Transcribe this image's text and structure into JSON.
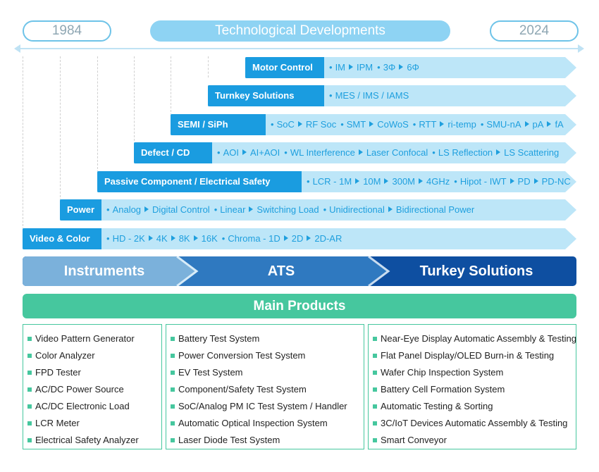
{
  "header": {
    "start_year": "1984",
    "end_year": "2024",
    "title": "Technological Developments"
  },
  "rows": [
    {
      "label": "Motor Control",
      "items": [
        [
          "IM",
          "IPM"
        ],
        [
          "3Φ",
          "6Φ"
        ]
      ]
    },
    {
      "label": "Turnkey Solutions",
      "items": [
        [
          "MES / IMS / IAMS"
        ]
      ]
    },
    {
      "label": "SEMI / SiPh",
      "items": [
        [
          "SoC",
          "RF Soc"
        ],
        [
          "SMT",
          "CoWoS"
        ],
        [
          "RTT",
          "ri-temp"
        ],
        [
          "SMU-nA",
          "pA",
          "fA"
        ]
      ]
    },
    {
      "label": "Defect / CD",
      "items": [
        [
          "AOI",
          "AI+AOI"
        ],
        [
          "WL Interference",
          "Laser Confocal"
        ],
        [
          "LS Reflection",
          "LS Scattering"
        ]
      ]
    },
    {
      "label": "Passive Component / Electrical Safety",
      "items": [
        [
          "LCR - 1M",
          "10M",
          "300M",
          "4GHz"
        ],
        [
          "Hipot - IWT",
          "PD",
          "PD-NC"
        ]
      ]
    },
    {
      "label": "Power",
      "items": [
        [
          "Analog",
          "Digital Control"
        ],
        [
          "Linear",
          "Switching Load"
        ],
        [
          "Unidirectional",
          "Bidirectional Power"
        ]
      ]
    },
    {
      "label": "Video & Color",
      "items": [
        [
          "HD - 2K",
          "4K",
          "8K",
          "16K"
        ],
        [
          "Chroma - 1D",
          "2D",
          "2D-AR"
        ]
      ]
    }
  ],
  "bands": [
    "Instruments",
    "ATS",
    "Turkey Solutions"
  ],
  "colors": {
    "band1": "#7bb1db",
    "band2": "#2f79c0",
    "band3": "#0e4fa1",
    "accent": "#1a9ce0",
    "green": "#46c79e"
  },
  "main_products": {
    "title": "Main Products",
    "columns": [
      [
        "Video Pattern Generator",
        "Color Analyzer",
        "FPD Tester",
        "AC/DC Power Source",
        "AC/DC Electronic Load",
        "LCR Meter",
        "Electrical Safety Analyzer"
      ],
      [
        "Battery Test System",
        "Power Conversion Test System",
        "EV Test System",
        "Component/Safety Test System",
        "SoC/Analog PM IC Test System / Handler",
        "Automatic Optical Inspection System",
        "Laser Diode Test System"
      ],
      [
        "Near-Eye Display Automatic Assembly & Testing",
        "Flat Panel Display/OLED Burn-in & Testing",
        "Wafer Chip Inspection System",
        "Battery Cell Formation System",
        "Automatic Testing & Sorting",
        "3C/IoT Devices Automatic Assembly & Testing",
        "Smart Conveyor"
      ]
    ]
  }
}
